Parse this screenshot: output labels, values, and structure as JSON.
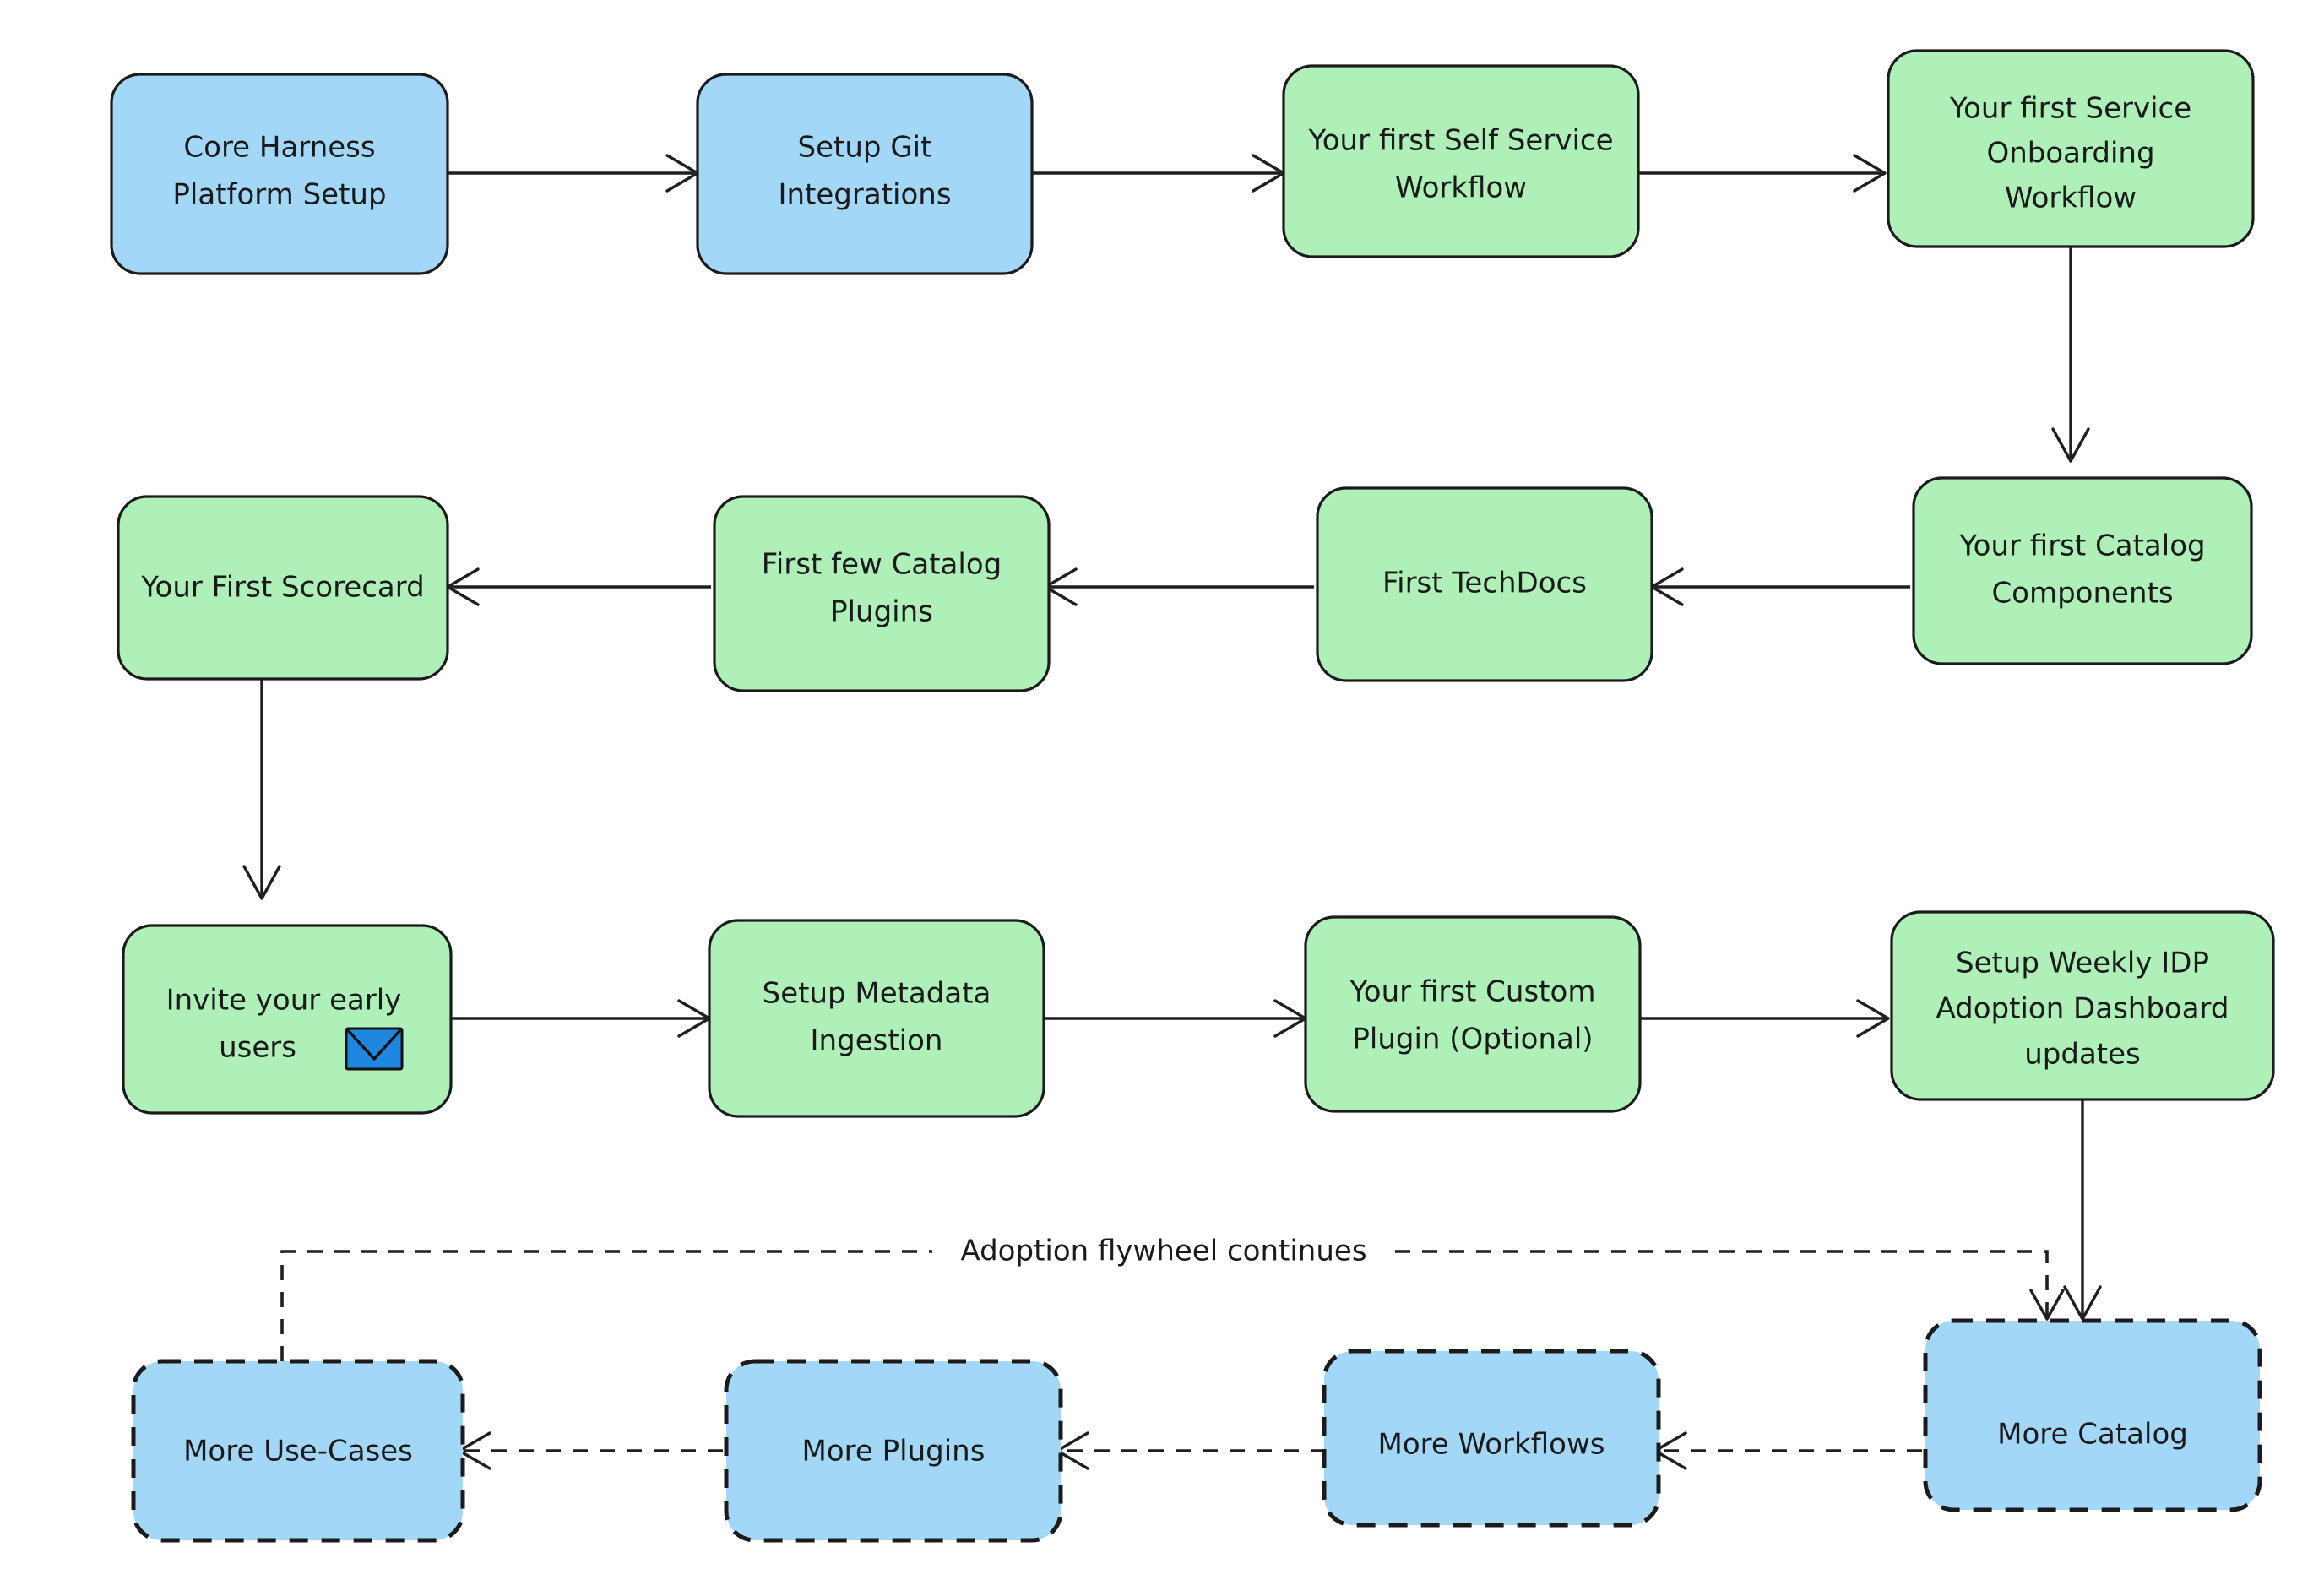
{
  "diagram": {
    "title": "Harness IDP adoption journey flowchart",
    "background": "#ffffff",
    "colors": {
      "blue_fill": "#a3d7f7",
      "green_fill": "#aef0b8",
      "stroke": "#1b1b1b",
      "text": "#1a1a1a",
      "envelope_blue": "#1e87e0"
    },
    "rows": [
      {
        "row_id": "row-1",
        "nodes": [
          {
            "id": "core-harness-platform-setup",
            "lines": [
              "Core Harness",
              "Platform Setup"
            ],
            "fill": "blue",
            "border": "solid"
          },
          {
            "id": "setup-git-integrations",
            "lines": [
              "Setup Git",
              "Integrations"
            ],
            "fill": "blue",
            "border": "solid"
          },
          {
            "id": "your-first-self-service-workflow",
            "lines": [
              "Your first Self Service",
              "Workflow"
            ],
            "fill": "green",
            "border": "solid"
          },
          {
            "id": "your-first-service-onboarding-workflow",
            "lines": [
              "Your first Service",
              "Onboarding",
              "Workflow"
            ],
            "fill": "green",
            "border": "solid"
          }
        ]
      },
      {
        "row_id": "row-2",
        "nodes": [
          {
            "id": "your-first-scorecard",
            "lines": [
              "Your First Scorecard"
            ],
            "fill": "green",
            "border": "solid"
          },
          {
            "id": "first-few-catalog-plugins",
            "lines": [
              "First few Catalog",
              "Plugins"
            ],
            "fill": "green",
            "border": "solid"
          },
          {
            "id": "first-techdocs",
            "lines": [
              "First TechDocs"
            ],
            "fill": "green",
            "border": "solid"
          },
          {
            "id": "your-first-catalog-components",
            "lines": [
              "Your first Catalog",
              "Components"
            ],
            "fill": "green",
            "border": "solid"
          }
        ]
      },
      {
        "row_id": "row-3",
        "nodes": [
          {
            "id": "invite-your-early-users",
            "lines": [
              "Invite your early",
              "users"
            ],
            "fill": "green",
            "border": "solid",
            "icon": "envelope-icon"
          },
          {
            "id": "setup-metadata-ingestion",
            "lines": [
              "Setup Metadata",
              "Ingestion"
            ],
            "fill": "green",
            "border": "solid"
          },
          {
            "id": "your-first-custom-plugin-optional",
            "lines": [
              "Your first Custom",
              "Plugin (Optional)"
            ],
            "fill": "green",
            "border": "solid"
          },
          {
            "id": "setup-weekly-idp-adoption-dashboard-updates",
            "lines": [
              "Setup Weekly IDP",
              "Adoption Dashboard",
              "updates"
            ],
            "fill": "green",
            "border": "solid"
          }
        ]
      },
      {
        "row_id": "row-4",
        "nodes": [
          {
            "id": "more-use-cases",
            "lines": [
              "More Use-Cases"
            ],
            "fill": "blue",
            "border": "dashed"
          },
          {
            "id": "more-plugins",
            "lines": [
              "More Plugins"
            ],
            "fill": "blue",
            "border": "dashed"
          },
          {
            "id": "more-workflows",
            "lines": [
              "More Workflows"
            ],
            "fill": "blue",
            "border": "dashed"
          },
          {
            "id": "more-catalog",
            "lines": [
              "More Catalog"
            ],
            "fill": "blue",
            "border": "dashed"
          }
        ]
      }
    ],
    "edge_labels": {
      "adoption_flywheel": "Adoption flywheel continues"
    },
    "edges": [
      {
        "from": "core-harness-platform-setup",
        "to": "setup-git-integrations",
        "style": "solid",
        "direction": "right"
      },
      {
        "from": "setup-git-integrations",
        "to": "your-first-self-service-workflow",
        "style": "solid",
        "direction": "right"
      },
      {
        "from": "your-first-self-service-workflow",
        "to": "your-first-service-onboarding-workflow",
        "style": "solid",
        "direction": "right"
      },
      {
        "from": "your-first-service-onboarding-workflow",
        "to": "your-first-catalog-components",
        "style": "solid",
        "direction": "down"
      },
      {
        "from": "your-first-catalog-components",
        "to": "first-techdocs",
        "style": "solid",
        "direction": "left"
      },
      {
        "from": "first-techdocs",
        "to": "first-few-catalog-plugins",
        "style": "solid",
        "direction": "left"
      },
      {
        "from": "first-few-catalog-plugins",
        "to": "your-first-scorecard",
        "style": "solid",
        "direction": "left"
      },
      {
        "from": "your-first-scorecard",
        "to": "invite-your-early-users",
        "style": "solid",
        "direction": "down"
      },
      {
        "from": "invite-your-early-users",
        "to": "setup-metadata-ingestion",
        "style": "solid",
        "direction": "right"
      },
      {
        "from": "setup-metadata-ingestion",
        "to": "your-first-custom-plugin-optional",
        "style": "solid",
        "direction": "right"
      },
      {
        "from": "your-first-custom-plugin-optional",
        "to": "setup-weekly-idp-adoption-dashboard-updates",
        "style": "solid",
        "direction": "right"
      },
      {
        "from": "setup-weekly-idp-adoption-dashboard-updates",
        "to": "more-catalog",
        "style": "solid",
        "direction": "down"
      },
      {
        "from": "more-catalog",
        "to": "more-workflows",
        "style": "dashed",
        "direction": "left"
      },
      {
        "from": "more-workflows",
        "to": "more-plugins",
        "style": "dashed",
        "direction": "left"
      },
      {
        "from": "more-plugins",
        "to": "more-use-cases",
        "style": "dashed",
        "direction": "left"
      },
      {
        "from": "more-use-cases",
        "to": "more-catalog",
        "style": "dashed",
        "direction": "loop",
        "label": "Adoption flywheel continues"
      }
    ]
  }
}
